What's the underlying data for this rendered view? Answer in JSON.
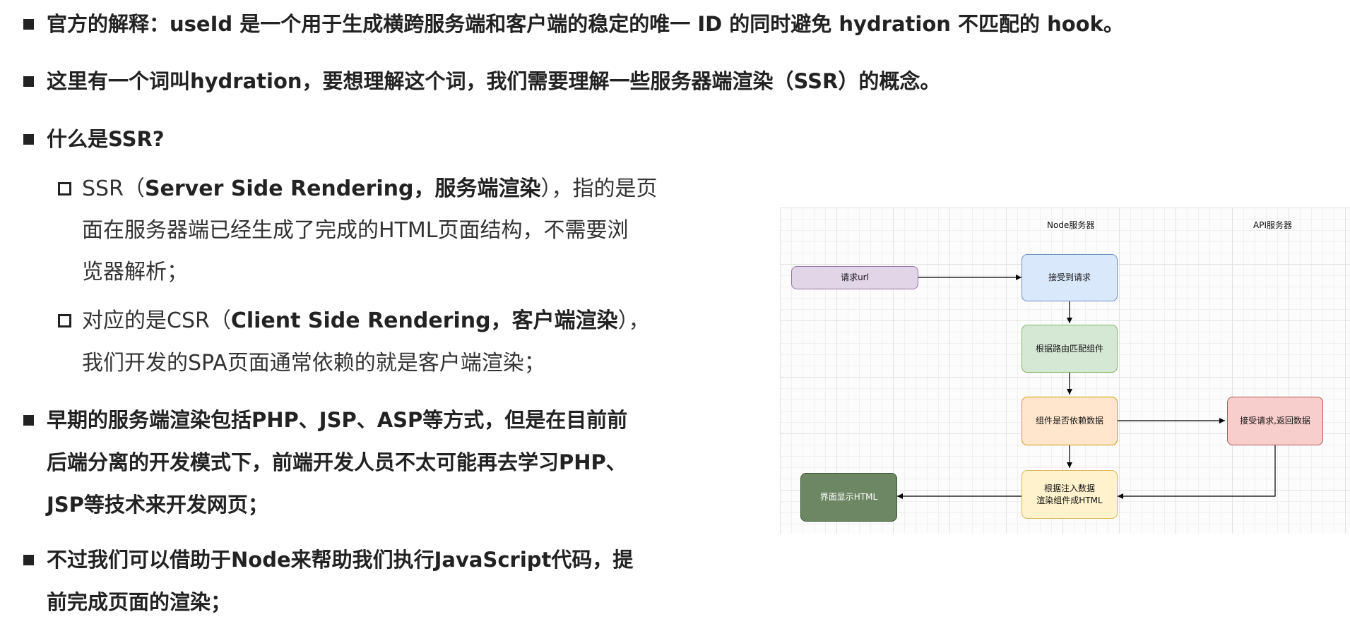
{
  "bullets": {
    "b1": "官方的解释：useId 是一个用于生成横跨服务端和客户端的稳定的唯一 ID 的同时避免 hydration 不匹配的 hook。",
    "b2": "这里有一个词叫hydration，要想理解这个词，我们需要理解一些服务器端渲染（SSR）的概念。",
    "b3": "什么是SSR?",
    "s1": {
      "line1_pre": "SSR（",
      "line1_bold": "Server Side Rendering，服务端渲染",
      "line1_post": "），指的是页",
      "line2": "面在服务器端已经生成了完成的HTML页面结构，不需要浏",
      "line3": "览器解析；"
    },
    "s2": {
      "line1_pre": "对应的是CSR（",
      "line1_bold": "Client Side Rendering，客户端渲染",
      "line1_post": "），",
      "line2": "我们开发的SPA页面通常依赖的就是客户端渲染；"
    },
    "b4": {
      "line1": "早期的服务端渲染包括PHP、JSP、ASP等方式，但是在目前前",
      "line2": "后端分离的开发模式下，前端开发人员不太可能再去学习PHP、",
      "line3": "JSP等技术来开发网页；"
    },
    "b5": {
      "line1": "不过我们可以借助于Node来帮助我们执行JavaScript代码，提",
      "line2": "前完成页面的渲染；"
    }
  },
  "diagram": {
    "column_titles": {
      "node_server": "Node服务器",
      "api_server": "API服务器"
    },
    "nodes": {
      "request_url": "请求url",
      "receive_request": "接受到请求",
      "match_component": "根据路由匹配组件",
      "depends_data": "组件是否依赖数据",
      "api_response": "接受请求,返回数据",
      "inject_line1": "根据注入数据",
      "inject_line2": "渲染组件成HTML",
      "display_html": "界面显示HTML"
    },
    "colors": {
      "purple": "#e1d5e7",
      "purple_border": "#9673a6",
      "blue": "#dae8fc",
      "blue_border": "#6c8ebf",
      "green": "#d5e8d4",
      "green_border": "#82b366",
      "orange": "#ffe6cc",
      "orange_border": "#d79b00",
      "red": "#f8cecc",
      "red_border": "#b85450",
      "yellow": "#fff2cc",
      "yellow_border": "#d6b656",
      "dark_green": "#6d8764",
      "dark_green_border": "#3a5431"
    }
  }
}
